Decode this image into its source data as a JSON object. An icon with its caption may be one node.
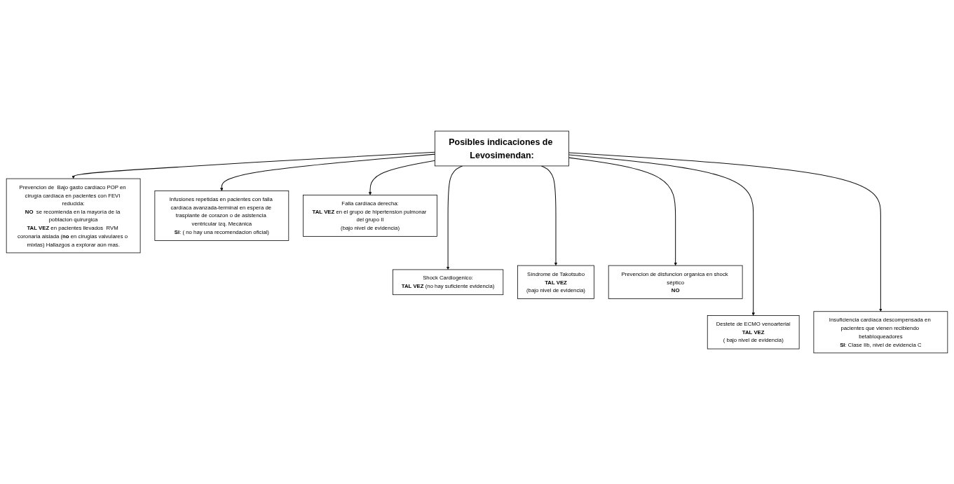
{
  "diagram": {
    "nodes": [
      {
        "text": [
          "Prevencion de  Bajo gasto cardíaco POP en cirugía cardíaca en pacientes con FEVI reducida:",
          "**NO**  se recomienda en la mayoría de la poblacion quirurgica",
          "**TAL VEZ** en pacientes llevados  RVM coronaria aislada (**no** en cirugias valvulares o mixtas) Hallazgos a explorar aún mas."
        ]
      },
      {
        "text": [
          "Infusiones repetidas en pacientes con falla cardíaca avanzada-terminal en espera de trasplante de corazon o de asistencia ventricular izq. Mecánica",
          "**SI**: ( no hay una recomendacion oficial)"
        ]
      },
      {
        "text": [
          "Falla cardíaca derecha:",
          "**TAL VEZ** en el grupo de hipertension pulmonar del grupo II",
          "(bajo nivel de evidencia)"
        ]
      },
      {
        "text": [
          "Shock Cardiogenico:",
          "**TAL VEZ**  (no hay suficiente evidencia)"
        ]
      },
      {
        "text": [
          "Posibles indicaciones de Levosimendan:"
        ]
      },
      {
        "text": [
          "Síndrome de Takotsubo",
          "**TAL VEZ**",
          "(bajo nivel de evidencia)"
        ]
      },
      {
        "text": [
          "Prevencion de disfuncion organica en shock séptico",
          "**NO**"
        ]
      },
      {
        "text": [
          "Insuficiencia cardíaca descompensada en pacientes que vienen recibiendo betabloqueadores",
          "**SI**: Clase IIb, nivel de evidencia C"
        ]
      },
      {
        "text": [
          "Destete de ECMO venoarterial",
          "**TAL VEZ**",
          "( bajo nivel de evidencia)"
        ]
      }
    ],
    "edges": [
      {
        "from": 4,
        "to": 0,
        "arrow": "to"
      },
      {
        "from": 4,
        "to": 1,
        "arrow": "to"
      },
      {
        "from": 4,
        "to": 2,
        "arrow": "to"
      },
      {
        "from": 4,
        "to": 6,
        "arrow": "to"
      },
      {
        "from": 4,
        "to": 8,
        "arrow": "to"
      },
      {
        "from": 4,
        "to": 7,
        "arrow": "to"
      },
      {
        "from": 4,
        "to": 5,
        "arrow": "to"
      },
      {
        "from": 4,
        "to": 3,
        "arrow": "to"
      }
    ]
  }
}
